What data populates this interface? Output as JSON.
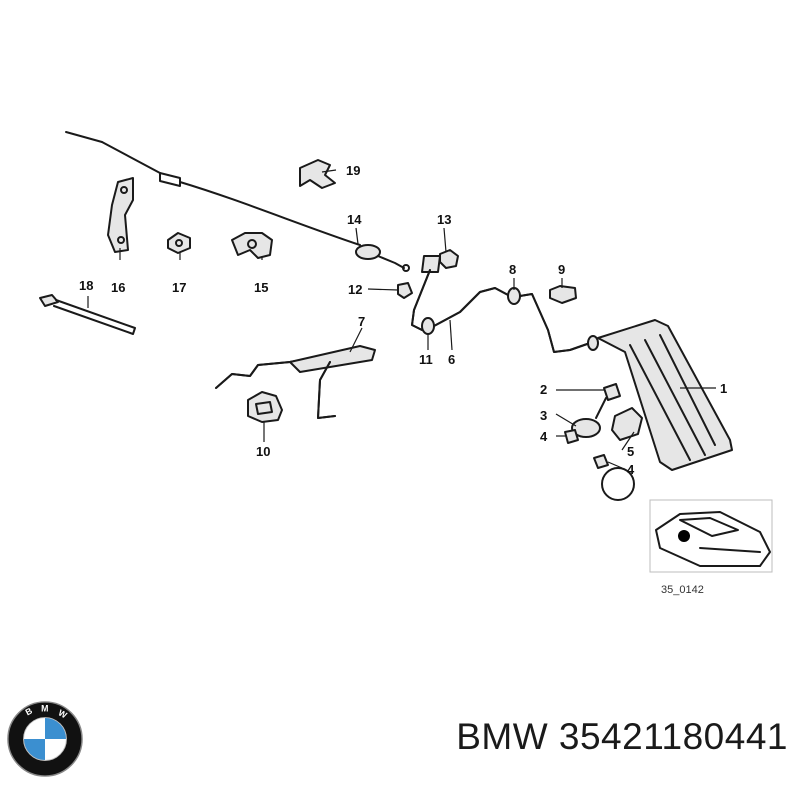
{
  "diagram": {
    "callouts": {
      "c1": "1",
      "c2": "2",
      "c3": "3",
      "c4a": "4",
      "c4b": "4",
      "c5": "5",
      "c6": "6",
      "c7": "7",
      "c8": "8",
      "c9": "9",
      "c10": "10",
      "c11": "11",
      "c12": "12",
      "c13": "13",
      "c14": "14",
      "c15": "15",
      "c16": "16",
      "c17": "17",
      "c18": "18",
      "c19": "19"
    },
    "figure_code": "35_0142"
  },
  "brand": {
    "logo_letters": "BMW",
    "logo_colors": {
      "blue": "#3b8fd0",
      "black": "#111111",
      "white": "#ffffff"
    }
  },
  "part_label": {
    "text": "BMW 35421180441"
  }
}
